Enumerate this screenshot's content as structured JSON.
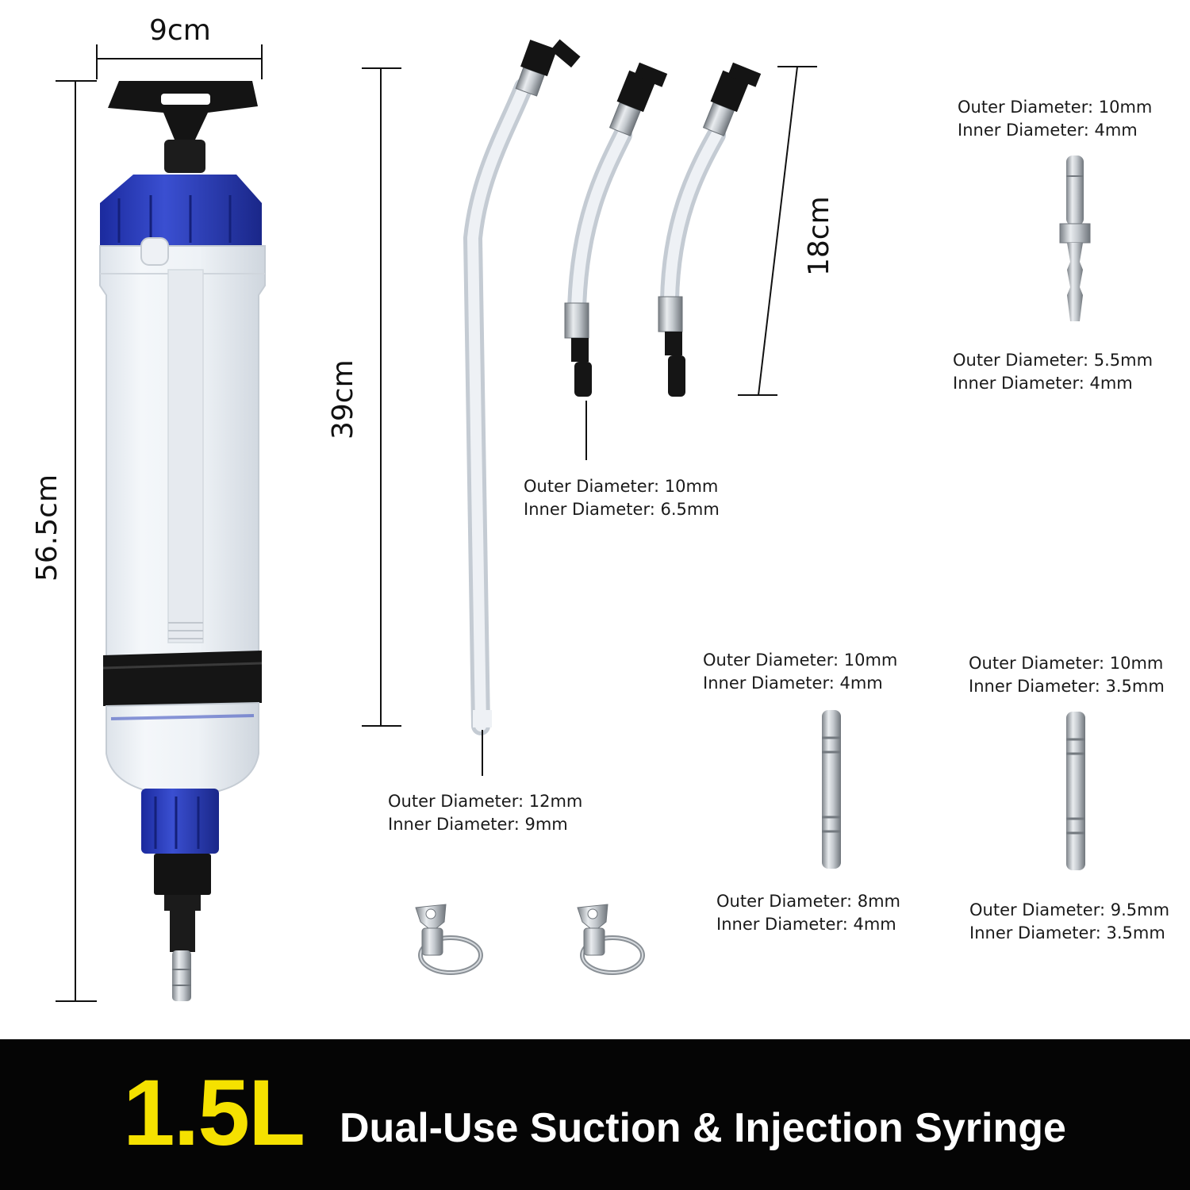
{
  "dimensions": {
    "syringe_width": "9cm",
    "syringe_height": "56.5cm",
    "long_tube_length": "39cm",
    "short_tube_length": "18cm"
  },
  "specs": {
    "long_tube": {
      "outer": "Outer Diameter: 12mm",
      "inner": "Inner Diameter: 9mm"
    },
    "short_tubes": {
      "outer": "Outer Diameter: 10mm",
      "inner": "Inner Diameter: 6.5mm"
    },
    "adapter_top_upper": {
      "outer": "Outer Diameter: 10mm",
      "inner": "Inner Diameter: 4mm"
    },
    "adapter_top_lower": {
      "outer": "Outer Diameter: 5.5mm",
      "inner": "Inner Diameter: 4mm"
    },
    "adapter_mid_upper": {
      "outer": "Outer Diameter: 10mm",
      "inner": "Inner Diameter: 4mm"
    },
    "adapter_mid_lower": {
      "outer": "Outer Diameter: 8mm",
      "inner": "Inner Diameter: 4mm"
    },
    "adapter_right_upper": {
      "outer": "Outer Diameter: 10mm",
      "inner": "Inner Diameter: 3.5mm"
    },
    "adapter_right_lower": {
      "outer": "Outer Diameter: 9.5mm",
      "inner": "Inner Diameter: 3.5mm"
    }
  },
  "banner": {
    "capacity": "1.5L",
    "title": "Dual-Use Suction & Injection Syringe",
    "capacity_color": "#f5e100",
    "background_color": "#050505"
  }
}
